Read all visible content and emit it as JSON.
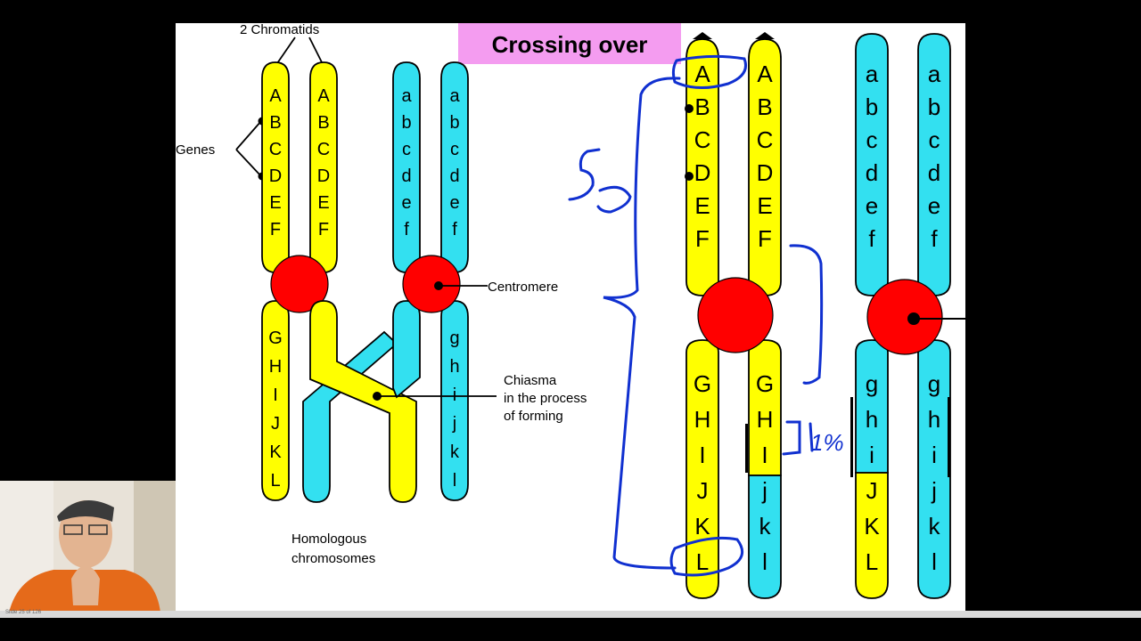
{
  "title": "Crossing over",
  "labels": {
    "chromatids": "2 Chromatids",
    "genes": "Genes",
    "centromere": "Centromere",
    "chiasma": [
      "Chiasma",
      "in the process",
      "of forming"
    ],
    "homologous": [
      "Homologous",
      "chromosomes"
    ]
  },
  "upper_genes": [
    "A",
    "B",
    "C",
    "D",
    "E",
    "F"
  ],
  "upper_genes_lower": [
    "a",
    "b",
    "c",
    "d",
    "e",
    "f"
  ],
  "lower_genes": [
    "G",
    "H",
    "I",
    "J",
    "K",
    "L"
  ],
  "lower_genes_lower": [
    "g",
    "h",
    "i",
    "j",
    "k",
    "l"
  ],
  "annotations": {
    "left_number": "5",
    "percent": "1%"
  },
  "colors": {
    "yellow": "#ffff00",
    "cyan": "#33e0f0",
    "red": "#ff0000",
    "ink": "#1030d0",
    "title_bg": "#f49cf0"
  },
  "statusbar": "Slide 25 of 126"
}
